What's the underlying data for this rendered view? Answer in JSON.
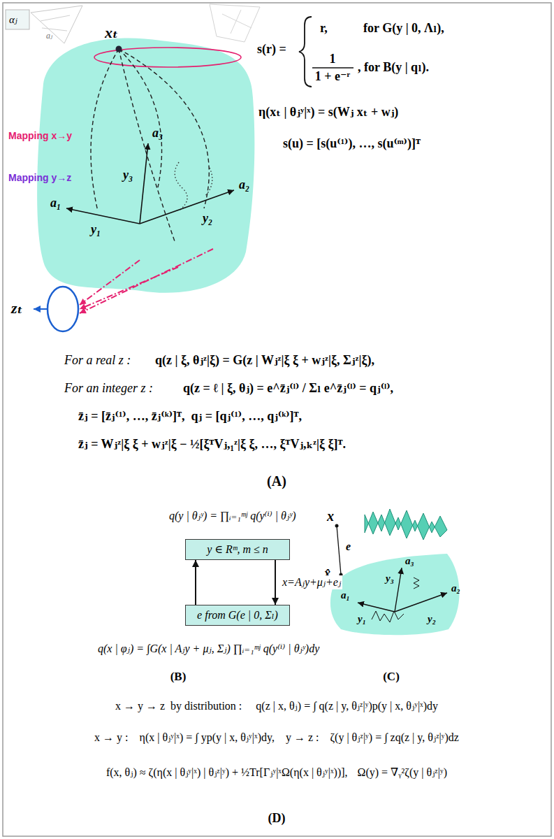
{
  "diagram": {
    "nodes": [
      {
        "text": [
          "y ∈ Rᵐ, m ≤ n"
        ]
      },
      {
        "text": [
          "e from G(e | 0, Σₗ)"
        ]
      }
    ],
    "edges": [
      {
        "from": 1,
        "to": 0,
        "arrow": "to"
      },
      {
        "from": 0,
        "to": 1,
        "arrow": "to",
        "label": "x=Aⱼy+μⱼ+eⱼ"
      }
    ],
    "labels": [
      "αⱼ",
      "aⱼ",
      "xₜ",
      "Mapping x→y",
      "Mapping y→z",
      "a₁",
      "a₂",
      "a₃",
      "y₁",
      "y₂",
      "y₃",
      "zₜ",
      "s(r) =",
      "r,",
      "for G(y | 0, Λₗ),",
      "1",
      "1 + e⁻ʳ",
      ", for B(y | qₗ).",
      "η(xₜ | θⱼʸ|ˣ) = s(Wⱼ xₜ + wⱼ)",
      "s(u) = [s(u⁽¹⁾), …, s(u⁽ᵐ⁾)]ᵀ",
      "For a real z :",
      "q(z | ξ, θⱼᶻ|ξ) = G(z | Wⱼᶻ|ξ ξ + wⱼᶻ|ξ, Σⱼᶻ|ξ),",
      "For an integer z :",
      "q(z = ℓ | ξ, θⱼ) = e^z̄ⱼ⁽ˡ⁾ / Σₗ e^z̄ⱼ⁽ˡ⁾ = qⱼ⁽ˡ⁾,",
      "z̄ⱼ = [z̄ⱼ⁽¹⁾, …, z̄ⱼ⁽ᵏ⁾]ᵀ,  qⱼ = [qⱼ⁽¹⁾, …, qⱼ⁽ᵏ⁾]ᵀ,",
      "z̄ⱼ = Wⱼᶻ|ξ ξ + wⱼᶻ|ξ − ½[ξᵀVⱼ,₁ᶻ|ξ ξ, …, ξᵀVⱼ,ₖᶻ|ξ ξ]ᵀ.",
      "(A)",
      "q(y | θⱼʸ) = ∏ᵢ₌₁ᵐʲ q(y⁽ⁱ⁾ | θⱼʸ)",
      "q(x | φⱼ) = ∫G(x | Aⱼy + μⱼ, Σⱼ) ∏ᵢ₌₁ᵐʲ q(y⁽ⁱ⁾ | θⱼʸ)dy",
      "(B)",
      "x",
      "e",
      "x̂",
      "a₁",
      "a₂",
      "a₃",
      "y₁",
      "y₂",
      "y₃",
      "(C)",
      "x → y → z  by distribution :",
      "q(z | x, θⱼ) = ∫ q(z | y, θⱼᶻ|ʸ)p(y | x, θⱼʸ|ˣ)dy",
      "x → y :",
      "η(x | θⱼʸ|ˣ) = ∫ yp(y | x, θⱼʸ|ˣ)dy,",
      "y → z :",
      "ζ(y | θⱼᶻ|ʸ) = ∫ zq(z | y, θⱼᶻ|ʸ)dz",
      "f(x, θⱼ) ≈ ζ(η(x | θⱼʸ|ˣ) | θⱼᶻ|ʸ) + ½Tr[Γⱼʸ|ˣΩ(η(x | θⱼʸ|ˣ))],",
      "Ω(y) = ∇ᵧ²ζ(y | θⱼᶻ|ʸ)",
      "(D)"
    ]
  }
}
